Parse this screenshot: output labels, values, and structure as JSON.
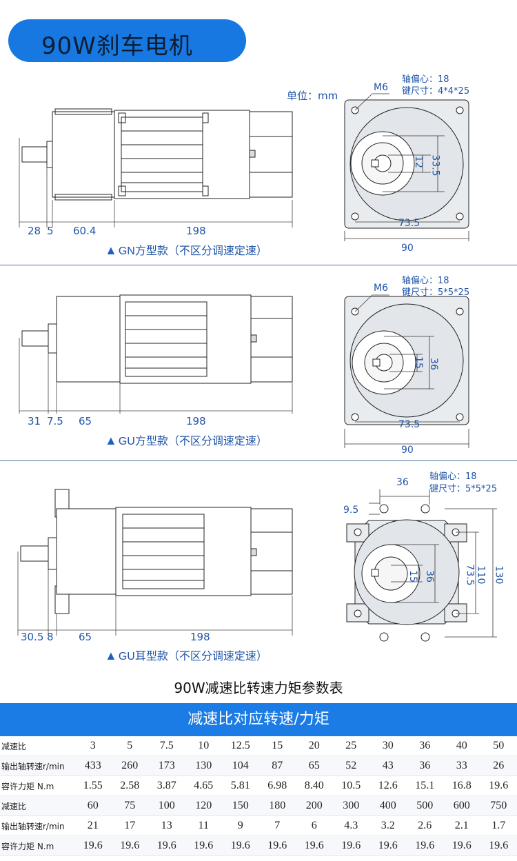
{
  "page_title": "90W刹车电机",
  "unit_label": "单位：mm",
  "views": [
    {
      "caption": "GN方型款（不区分调速定速）",
      "dims": [
        "28",
        "5",
        "60.4",
        "198"
      ],
      "front": {
        "thread": "M6",
        "eccentric": "轴偏心：18",
        "key": "键尺寸：4*4*25",
        "d_shaft": "12",
        "d_boss": "33.5",
        "pcd": "73.5",
        "width": "90"
      }
    },
    {
      "caption": "GU方型款（不区分调速定速）",
      "dims": [
        "31",
        "7.5",
        "65",
        "198"
      ],
      "front": {
        "thread": "M6",
        "eccentric": "轴偏心：18",
        "key": "键尺寸：5*5*25",
        "d_shaft": "15",
        "d_boss": "36",
        "pcd": "73.5",
        "width": "90"
      }
    },
    {
      "caption": "GU耳型款（不区分调速定速）",
      "dims": [
        "30.5",
        "8",
        "65",
        "198"
      ],
      "front": {
        "ear_spacing": "36",
        "hole": "9.5",
        "eccentric": "轴偏心：18",
        "key": "键尺寸：5*5*25",
        "d_shaft": "15",
        "d_boss": "36",
        "pcd": "73.5",
        "h1": "110",
        "h2": "130"
      }
    }
  ],
  "table": {
    "title": "90W减速比转速力矩参数表",
    "header": "减速比对应转速/力矩",
    "rows": [
      {
        "label": "减速比",
        "values": [
          "3",
          "5",
          "7.5",
          "10",
          "12.5",
          "15",
          "20",
          "25",
          "30",
          "36",
          "40",
          "50"
        ]
      },
      {
        "label": "输出轴转速r/min",
        "values": [
          "433",
          "260",
          "173",
          "130",
          "104",
          "87",
          "65",
          "52",
          "43",
          "36",
          "33",
          "26"
        ]
      },
      {
        "label": "容许力矩 N.m",
        "values": [
          "1.55",
          "2.58",
          "3.87",
          "4.65",
          "5.81",
          "6.98",
          "8.40",
          "10.5",
          "12.6",
          "15.1",
          "16.8",
          "19.6"
        ]
      },
      {
        "label": "减速比",
        "values": [
          "60",
          "75",
          "100",
          "120",
          "150",
          "180",
          "200",
          "300",
          "400",
          "500",
          "600",
          "750"
        ]
      },
      {
        "label": "输出轴转速r/min",
        "values": [
          "21",
          "17",
          "13",
          "11",
          "9",
          "7",
          "6",
          "4.3",
          "3.2",
          "2.6",
          "2.1",
          "1.7"
        ]
      },
      {
        "label": "容许力矩 N.m",
        "values": [
          "19.6",
          "19.6",
          "19.6",
          "19.6",
          "19.6",
          "19.6",
          "19.6",
          "19.6",
          "19.6",
          "19.6",
          "19.6",
          "19.6"
        ]
      }
    ]
  }
}
